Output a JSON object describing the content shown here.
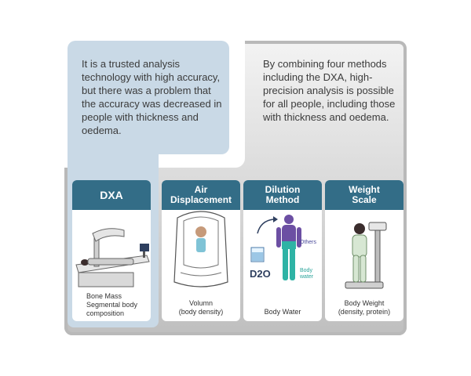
{
  "left_callout": {
    "text": "It is a trusted analysis technology with high accuracy, but there was a problem that the accuracy was decreased in people with thickness and oedema."
  },
  "right_callout": {
    "text": "By combining four methods including the DXA, high-precision analysis is possible for all people, including those with thickness and oedema."
  },
  "cards": [
    {
      "title": "DXA",
      "caption": "Bone Mass\nSegmental body\ncomposition"
    },
    {
      "title": "Air\nDisplacement",
      "caption": "Volumn\n(body density)"
    },
    {
      "title": "Dilution\nMethod",
      "caption": "Body Water",
      "labels": {
        "others": "Others",
        "body_water": "Body\nwater",
        "d2o": "D2O"
      }
    },
    {
      "title": "Weight\nScale",
      "caption": "Body Weight\n(density, protein)"
    }
  ],
  "colors": {
    "header": "#336d87",
    "callout_blue": "#c9d9e6",
    "frame_gray": "#c8c8c8"
  }
}
